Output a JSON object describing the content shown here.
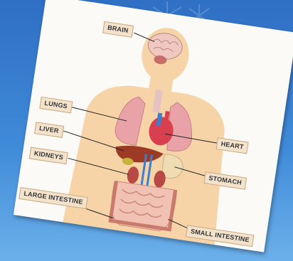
{
  "labels": {
    "brain": "BRAIN",
    "lungs": "LUNGS",
    "liver": "LIVER",
    "kidneys": "KIDNEYS",
    "large_intestine": "LARGE INTESTINE",
    "heart": "HEART",
    "stomach": "STOMACH",
    "small_intestine": "SMALL INTESTINE"
  },
  "colors": {
    "background_top": "#2f6fc4",
    "background_bottom": "#6bb0ea",
    "card": "#fbfaf6",
    "body_skin": "#f7d4a8",
    "organ_lungs": "#e9a3a8",
    "organ_heart": "#d84050",
    "organ_liver": "#9c3a25",
    "organ_intestine": "#e1a49a",
    "label_fill": "#f3e3cc"
  }
}
